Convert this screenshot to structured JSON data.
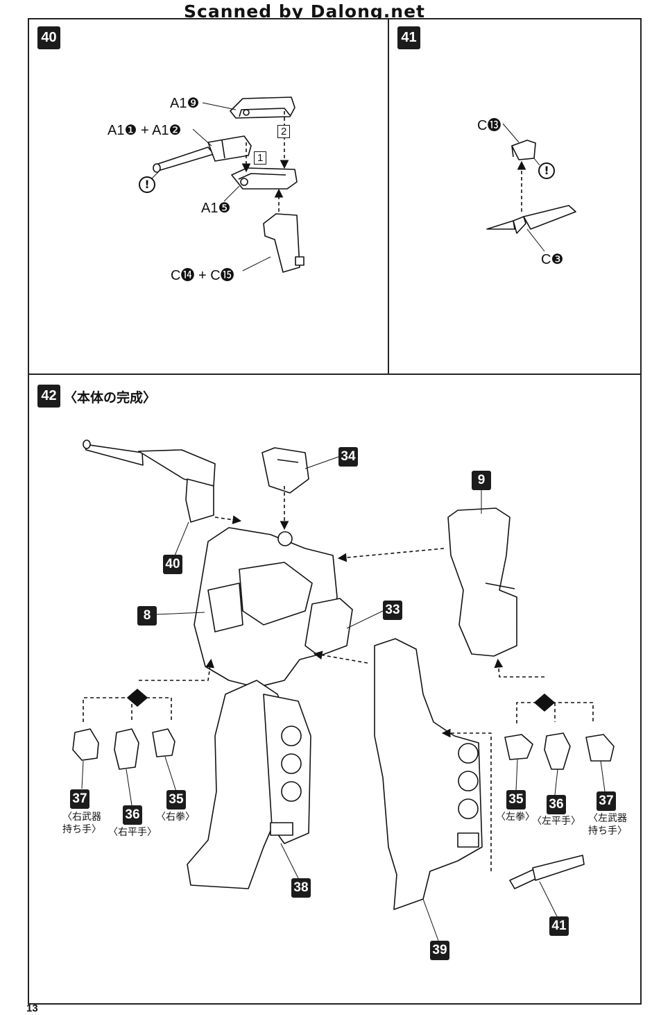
{
  "watermark": "Scanned by Dalong.net",
  "page_number": "13",
  "step40": {
    "badge": "40",
    "labels": {
      "a1_9": "A1❾",
      "a1_1_2": "A1❶ + A1❷",
      "a1_5": "A1❺",
      "c_14_15": "C⓮ + C⓯"
    },
    "order": [
      "1",
      "2"
    ]
  },
  "step41": {
    "badge": "41",
    "labels": {
      "c13": "C⓭",
      "c3": "C❸"
    }
  },
  "step42": {
    "badge": "42",
    "title": "〈本体の完成〉",
    "callouts": [
      "34",
      "9",
      "40",
      "8",
      "33",
      "38",
      "39",
      "41"
    ],
    "hands_right": [
      {
        "num": "37",
        "caption": "〈右武器\n持ち手〉"
      },
      {
        "num": "36",
        "caption": "〈右平手〉"
      },
      {
        "num": "35",
        "caption": "〈右拳〉"
      }
    ],
    "hands_left": [
      {
        "num": "35",
        "caption": "〈左拳〉"
      },
      {
        "num": "36",
        "caption": "〈左平手〉"
      },
      {
        "num": "37",
        "caption": "〈左武器\n持ち手〉"
      }
    ]
  },
  "warning_symbol": "!"
}
